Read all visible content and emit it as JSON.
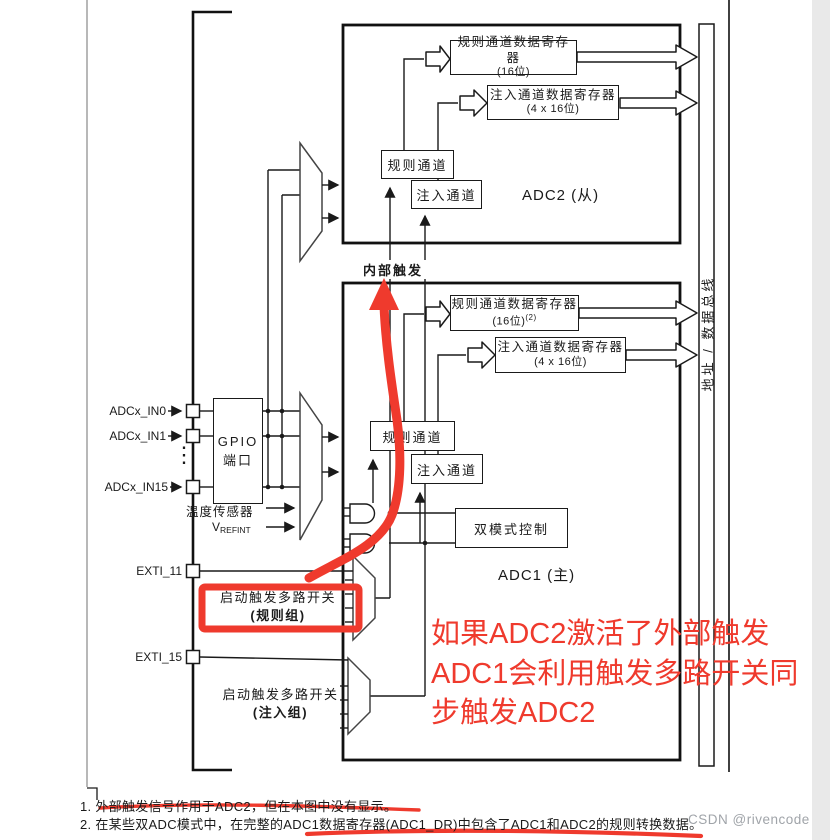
{
  "diagram": {
    "adc2": {
      "title": "ADC2 (从)",
      "regular_reg": {
        "line1": "规则通道数据寄存器",
        "line2": "(16位)"
      },
      "injected_reg": {
        "line1": "注入通道数据寄存器",
        "line2": "(4 x 16位)"
      },
      "regular_channel": "规则通道",
      "injected_channel": "注入通道"
    },
    "adc1": {
      "title": "ADC1 (主)",
      "regular_reg": {
        "line1": "规则通道数据寄存器",
        "line2": "(16位)",
        "sup": "(2)"
      },
      "injected_reg": {
        "line1": "注入通道数据寄存器",
        "line2": "(4 x 16位)"
      },
      "regular_channel": "规则通道",
      "injected_channel": "注入通道",
      "dual_mode": "双模式控制"
    },
    "internal_trigger": "内部触发",
    "gpio": {
      "line1": "GPIO",
      "line2": "端口"
    },
    "inputs": {
      "in0": "ADCx_IN0",
      "in1": "ADCx_IN1",
      "ellipsis": "⋮",
      "in15": "ADCx_IN15",
      "exti11": "EXTI_11",
      "exti15": "EXTI_15"
    },
    "temp_sensor": "温度传感器",
    "vref": {
      "main": "V",
      "sub": "REFINT"
    },
    "trigger_mux_regular": {
      "line1": "启动触发多路开关",
      "line2": "(规则组)"
    },
    "trigger_mux_injected": {
      "line1": "启动触发多路开关",
      "line2": "(注入组)"
    },
    "bus_label": "地址 / 数据总线"
  },
  "annotation": {
    "line1": "如果ADC2激活了外部触发",
    "line2": "ADC1会利用触发多路开关同",
    "line3": "步触发ADC2"
  },
  "footnotes": {
    "item1": "1.  外部触发信号作用于ADC2，但在本图中没有显示。",
    "item2": "2.  在某些双ADC模式中，在完整的ADC1数据寄存器(ADC1_DR)中包含了ADC1和ADC2的规则转换数据。"
  },
  "watermark": "CSDN @rivencode",
  "colors": {
    "annotation_red": "#ef3a2d",
    "line": "#1a1a1a"
  }
}
